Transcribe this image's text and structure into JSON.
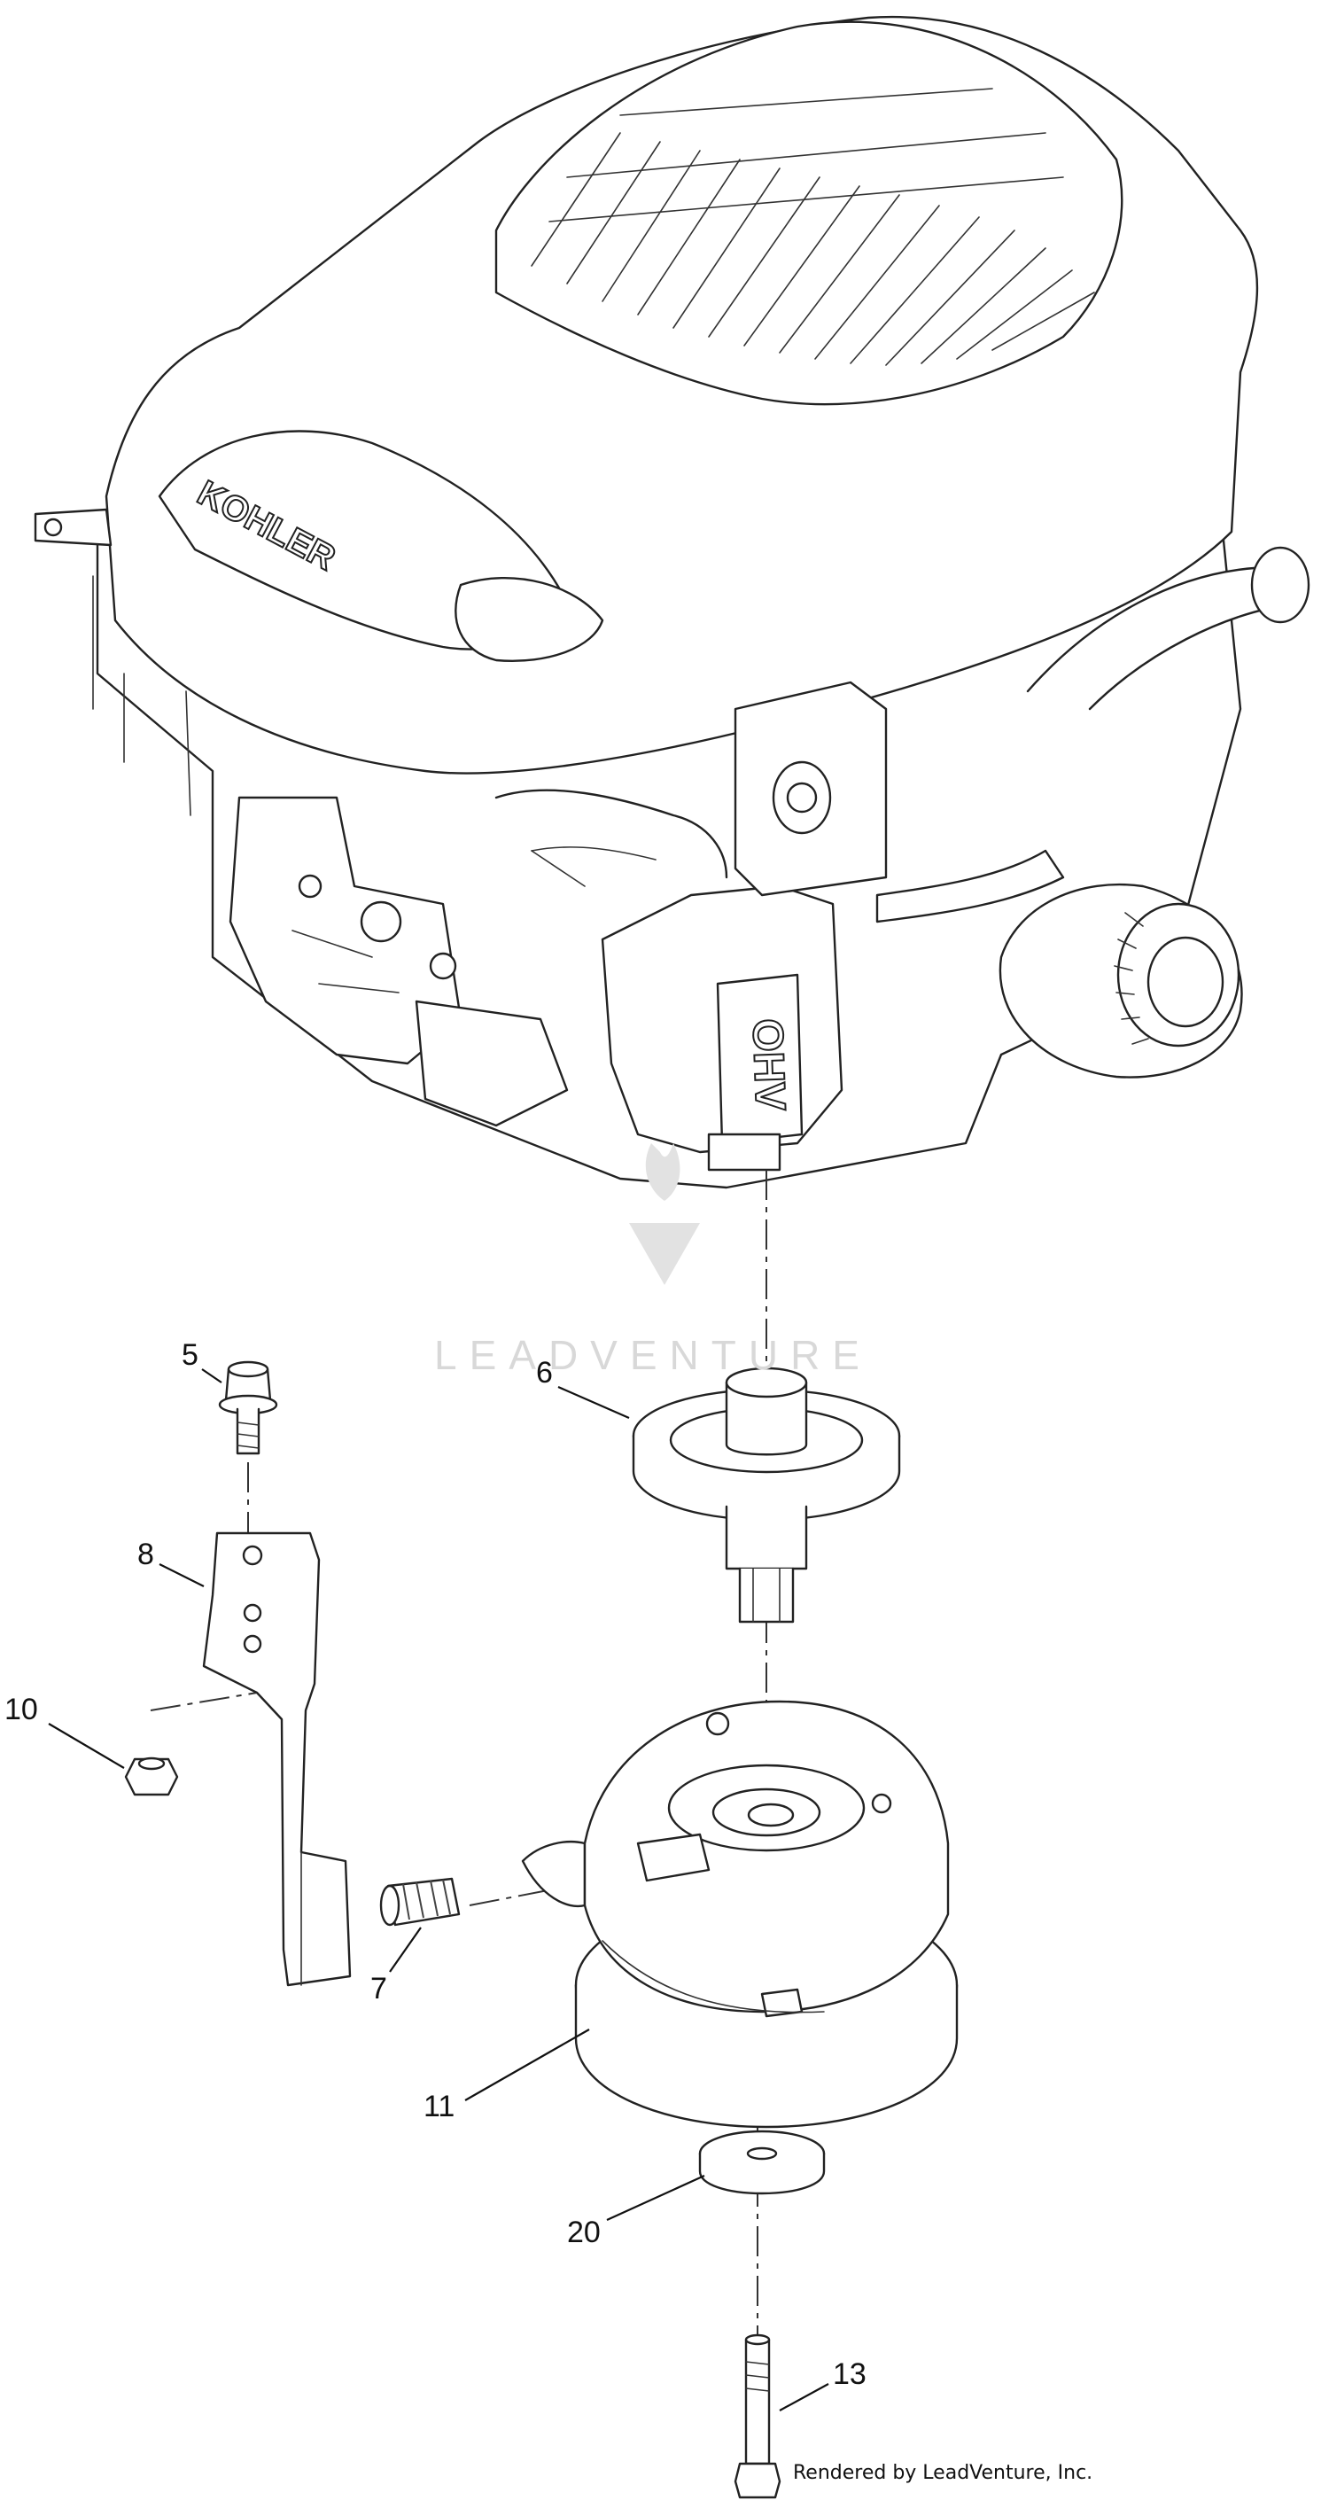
{
  "diagram": {
    "brand_on_engine": "KOHLER",
    "badge_on_engine": "OHV",
    "watermark": "LEADVENTURE",
    "footer": "Rendered by LeadVenture, Inc.",
    "callouts": [
      "5",
      "6",
      "8",
      "10",
      "7",
      "11",
      "20",
      "13"
    ]
  }
}
